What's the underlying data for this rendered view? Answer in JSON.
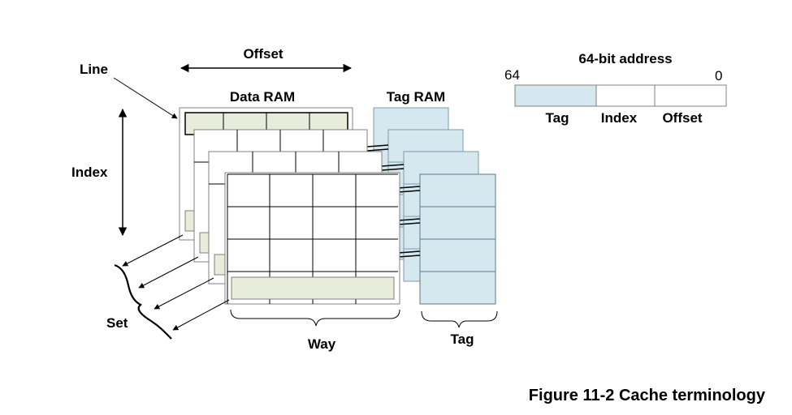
{
  "labels": {
    "line": "Line",
    "offset": "Offset",
    "data_ram": "Data RAM",
    "tag_ram": "Tag RAM",
    "index": "Index",
    "set": "Set",
    "way": "Way",
    "tag_bottom": "Tag"
  },
  "address": {
    "title": "64-bit address",
    "high_bit": "64",
    "low_bit": "0",
    "fields": [
      "Tag",
      "Index",
      "Offset"
    ]
  },
  "caption": "Figure 11-2 Cache terminology",
  "colors": {
    "tag_fill": "#d5e8ef",
    "line_fill": "#e8ecdb",
    "stroke": "#000000",
    "border_gray": "#808080"
  }
}
